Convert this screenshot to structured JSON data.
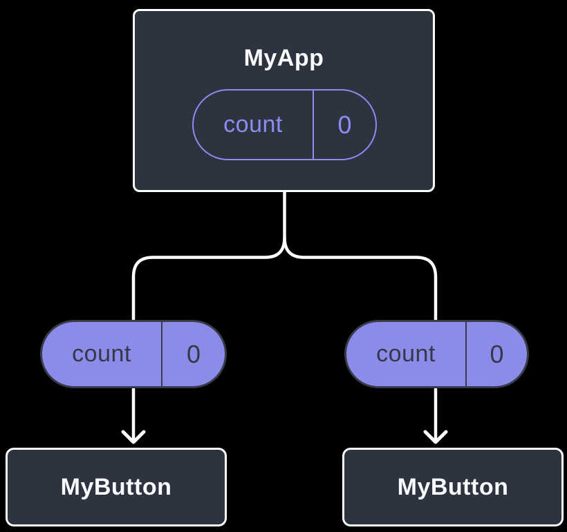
{
  "diagram": {
    "colors": {
      "background": "#000000",
      "node_fill": "#2d333f",
      "node_border": "#ffffff",
      "accent_purple": "#8d8cf2",
      "prop_pill_fill": "#8b8ce9",
      "prop_pill_ink": "#333946",
      "wire": "#ffffff"
    },
    "root": {
      "label": "MyApp",
      "state": {
        "name": "count",
        "value": "0"
      }
    },
    "children": [
      {
        "label": "MyButton",
        "prop": {
          "name": "count",
          "value": "0"
        }
      },
      {
        "label": "MyButton",
        "prop": {
          "name": "count",
          "value": "0"
        }
      }
    ]
  }
}
